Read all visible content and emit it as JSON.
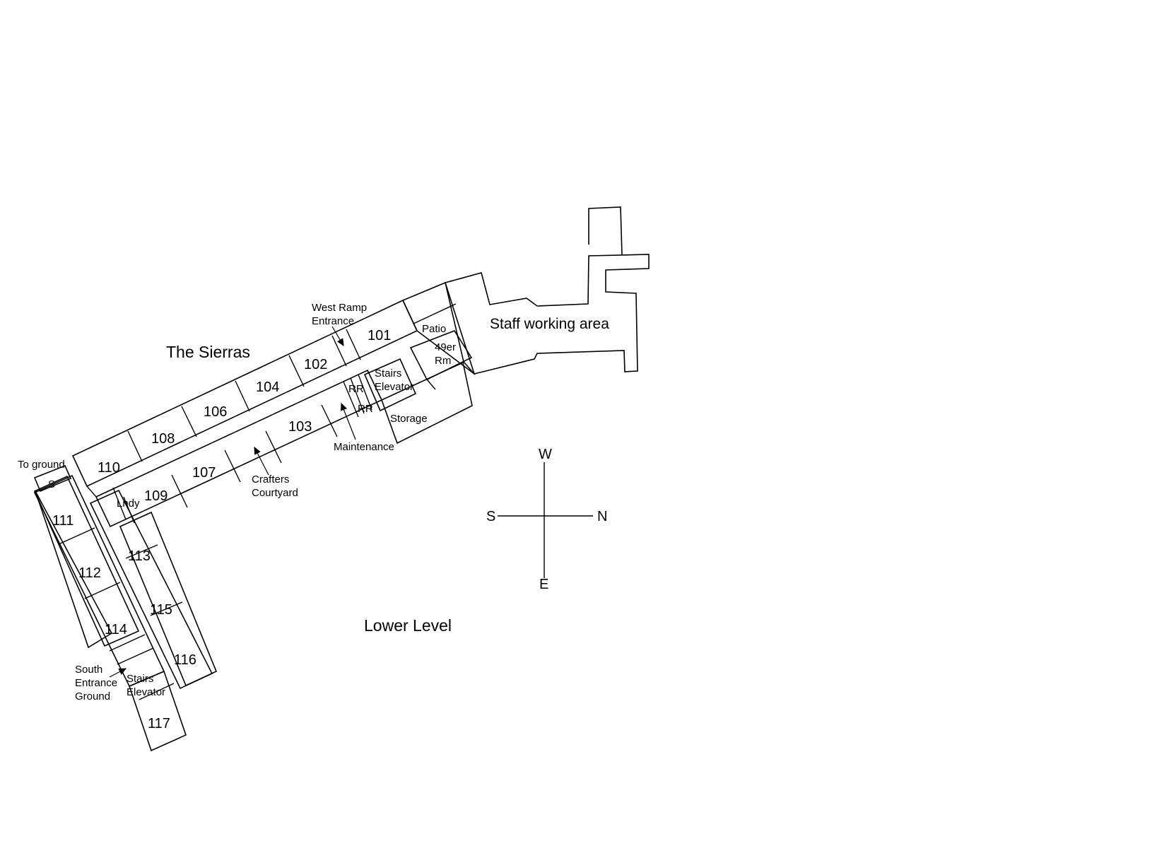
{
  "map": {
    "name_label": "The Sierras",
    "level_label": "Lower Level",
    "staff_area": "Staff working area",
    "rooms": {
      "r101": "101",
      "r102": "102",
      "r103": "103",
      "r104": "104",
      "r106": "106",
      "r107": "107",
      "r108": "108",
      "r109": "109",
      "r110": "110",
      "r111": "111",
      "r112": "112",
      "r113": "113",
      "r114": "114",
      "r115": "115",
      "r116": "116",
      "r117": "117"
    },
    "spaces": {
      "patio": "Patio",
      "room49_line1": "49er",
      "room49_line2": "Rm",
      "stairs": "Stairs",
      "elevator": "Elevator",
      "rr": "RR",
      "storage": "Storage",
      "maintenance": "Maintenance",
      "crafters_line1": "Crafters",
      "crafters_line2": "Courtyard",
      "laundry": "Lndy",
      "s_stair": "S",
      "to_ground": "To ground",
      "west_ramp_line1": "West Ramp",
      "west_ramp_line2": "Entrance",
      "south_entrance_line1": "South",
      "south_entrance_line2": "Entrance",
      "south_entrance_line3": "Ground",
      "south_stairs": "Stairs",
      "south_elevator": "Elevator"
    },
    "compass": {
      "north": "N",
      "south": "S",
      "east": "E",
      "west": "W"
    }
  }
}
